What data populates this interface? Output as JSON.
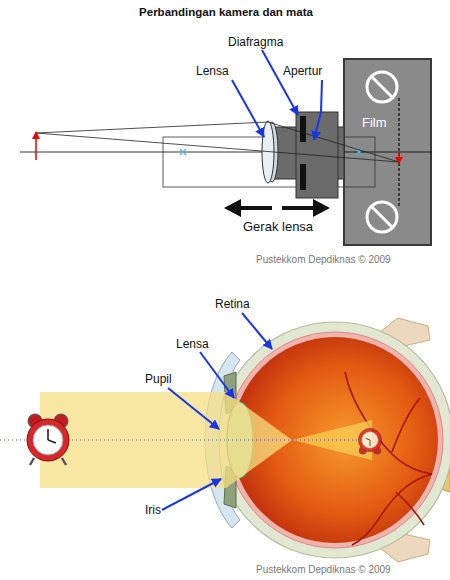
{
  "diagram": {
    "title": "Perbandingan kamera dan mata",
    "nodes": [
      {
        "text": [
          "Film"
        ]
      }
    ],
    "labels": [
      "Diafragma",
      "Lensa",
      "Apertur",
      "Gerak lensa",
      "Pustekkom Depdiknas © 2009",
      "Retina",
      "Lensa",
      "Pupil",
      "Iris",
      "Pustekkom Depdiknas © 2009"
    ]
  }
}
